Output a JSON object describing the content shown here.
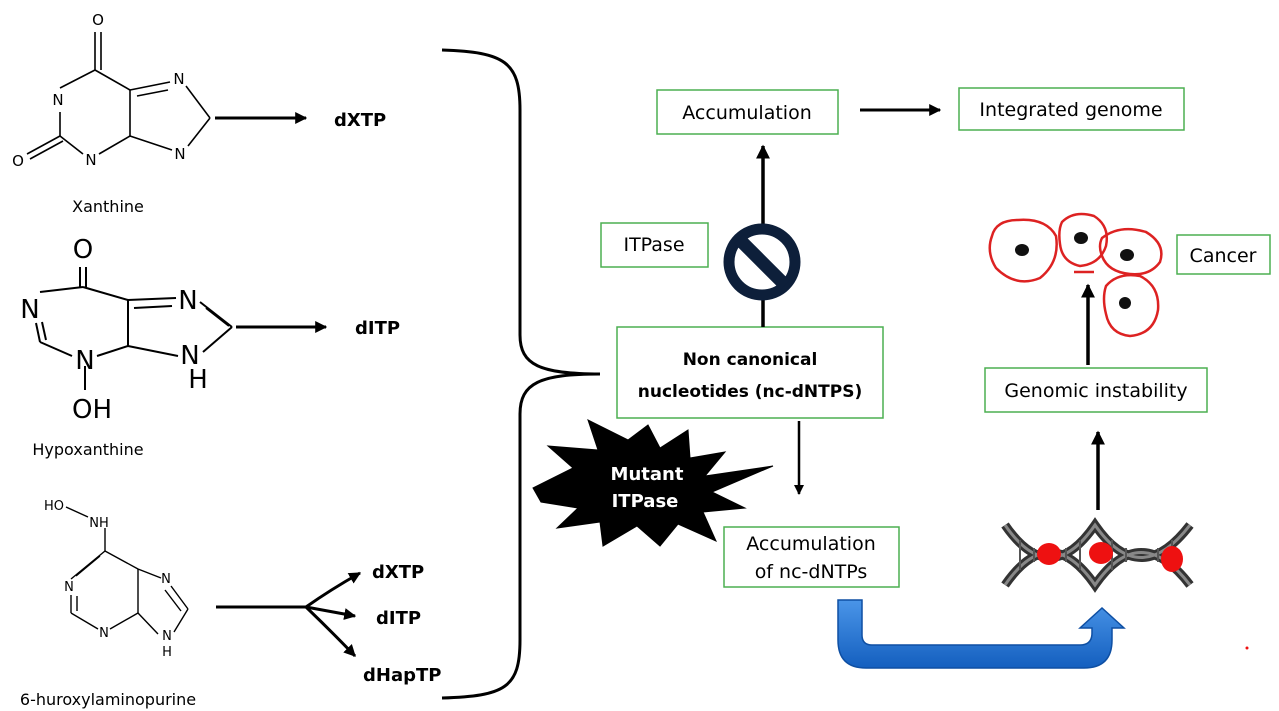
{
  "molecules": {
    "xanthine": {
      "name": "Xanthine",
      "atoms": {
        "o_top": "O",
        "o_left": "O",
        "n1": "N",
        "n3": "N",
        "n7": "N",
        "n9": "N"
      },
      "product": "dXTP"
    },
    "hypoxanthine": {
      "name": "Hypoxanthine",
      "atoms": {
        "o_top": "O",
        "n1": "N",
        "n3": "N",
        "n7": "N",
        "nh": "H",
        "n9": "N",
        "oh": "OH"
      },
      "product": "dITP"
    },
    "hapurine": {
      "name": "6-huroxylaminopurine",
      "atoms": {
        "ho": "HO",
        "nh": "NH",
        "n1": "N",
        "n3": "N",
        "n7": "N",
        "n9": "N",
        "h9": "H"
      },
      "products": [
        "dXTP",
        "dITP",
        "dHapTP"
      ]
    }
  },
  "flow": {
    "nc_box": {
      "line1": "Non canonical",
      "line2": "nucleotides (nc-dNTPS)"
    },
    "accumulation": "Accumulation",
    "integrated_genome": "Integrated genome",
    "itpase": "ITPase",
    "mutant_itpase": {
      "line1": "Mutant",
      "line2": "ITPase"
    },
    "accumulation_nc": {
      "line1": "Accumulation",
      "line2": "of nc-dNTPs"
    },
    "genomic_instability": "Genomic instability",
    "cancer": "Cancer"
  },
  "colors": {
    "box_border": "#4caf50",
    "blue_arrow": "#1e6fcf",
    "cell_outline": "#dd2222",
    "dna_red": "#ee1111",
    "dna_dark": "#333333"
  }
}
